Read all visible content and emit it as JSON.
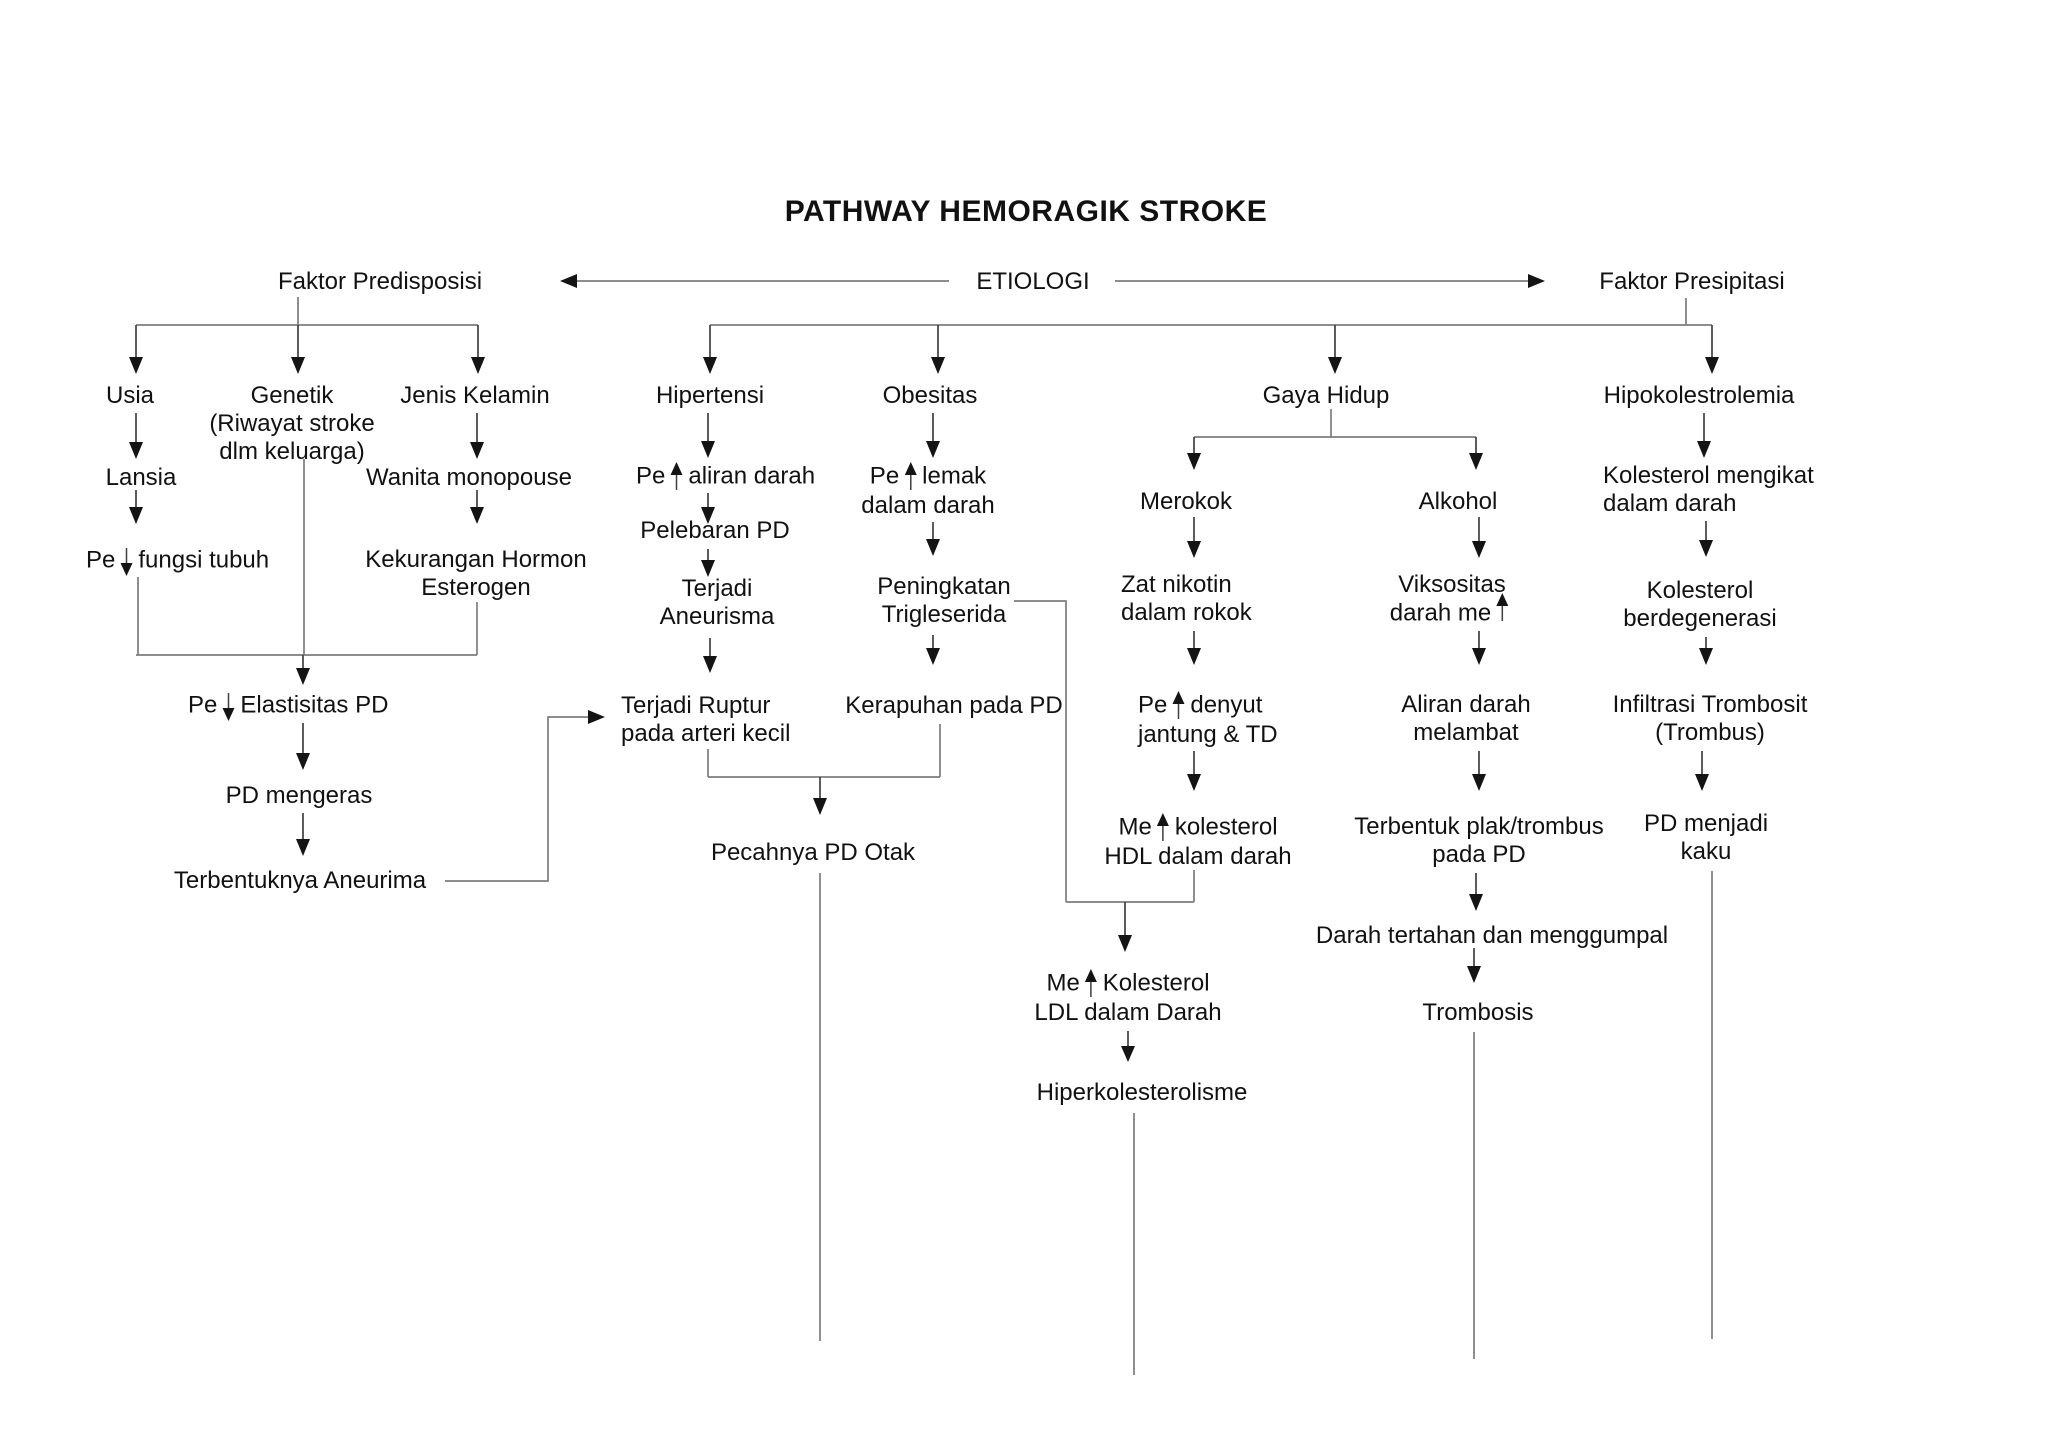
{
  "title": "PATHWAY HEMORAGIK STROKE",
  "header": {
    "predisposisi": "Faktor Predisposisi",
    "etiologi": "ETIOLOGI",
    "presipitasi": "Faktor Presipitasi"
  },
  "predisposition": {
    "usia": "Usia",
    "genetik_1": "Genetik",
    "genetik_2": "(Riwayat stroke",
    "genetik_3": "dlm keluarga)",
    "jenis_kelamin": "Jenis Kelamin",
    "lansia": "Lansia",
    "wanita_monopouse": "Wanita monopouse",
    "pe_fungsi_prefix": "Pe",
    "pe_fungsi_text": "fungsi tubuh",
    "kekurangan_1": "Kekurangan Hormon",
    "kekurangan_2": "Esterogen",
    "pe_elastisitas_prefix": "Pe",
    "pe_elastisitas_text": "Elastisitas PD",
    "pd_mengeras": "PD mengeras",
    "terbentuknya_aneurima": "Terbentuknya Aneurima"
  },
  "hipertensi_branch": {
    "hipertensi": "Hipertensi",
    "pe_aliran_prefix": "Pe",
    "pe_aliran_text": "aliran darah",
    "pelebaran_pd": "Pelebaran PD",
    "terjadi_aneurisma_1": "Terjadi",
    "terjadi_aneurisma_2": "Aneurisma",
    "terjadi_ruptur_1": "Terjadi Ruptur",
    "terjadi_ruptur_2": "pada arteri kecil",
    "pecahnya_pd_otak": "Pecahnya PD Otak"
  },
  "obesitas_branch": {
    "obesitas": "Obesitas",
    "pe_lemak_prefix": "Pe",
    "pe_lemak_text": "lemak",
    "pe_lemak_2": "dalam darah",
    "peningkatan_1": "Peningkatan",
    "peningkatan_2": "Trigleserida",
    "kerapuhan_pada_pd": "Kerapuhan pada PD",
    "me_ldl_prefix": "Me",
    "me_ldl_text": "Kolesterol",
    "me_ldl_2": "LDL dalam Darah",
    "hiperkolesterolisme": "Hiperkolesterolisme"
  },
  "gaya_hidup_branch": {
    "gaya_hidup": "Gaya Hidup",
    "merokok": "Merokok",
    "zat_nikotin_1": "Zat nikotin",
    "zat_nikotin_2": "dalam rokok",
    "pe_denyut_prefix": "Pe",
    "pe_denyut_text": "denyut",
    "pe_denyut_2": "jantung & TD",
    "me_hdl_prefix": "Me",
    "me_hdl_text": "kolesterol",
    "me_hdl_2": "HDL dalam darah",
    "alkohol": "Alkohol",
    "viksositas_1": "Viksositas",
    "viksositas_2": "darah me",
    "aliran_1": "Aliran darah",
    "aliran_2": "melambat",
    "plak_1": "Terbentuk plak/trombus",
    "plak_2": "pada PD",
    "darah_tertahan": "Darah tertahan dan menggumpal",
    "trombosis": "Trombosis"
  },
  "presipitasi_branch": {
    "hipokolestrolemia": "Hipokolestrolemia",
    "mengikat_1": "Kolesterol mengikat",
    "mengikat_2": "dalam darah",
    "berdegenerasi_1": "Kolesterol",
    "berdegenerasi_2": "berdegenerasi",
    "infiltrasi_1": "Infiltrasi Trombosit",
    "infiltrasi_2": "(Trombus)",
    "pd_kaku_1": "PD menjadi",
    "pd_kaku_2": "kaku"
  },
  "colors": {
    "text": "#111111",
    "line": "#7d7d7d",
    "arrowhead": "#141414"
  }
}
